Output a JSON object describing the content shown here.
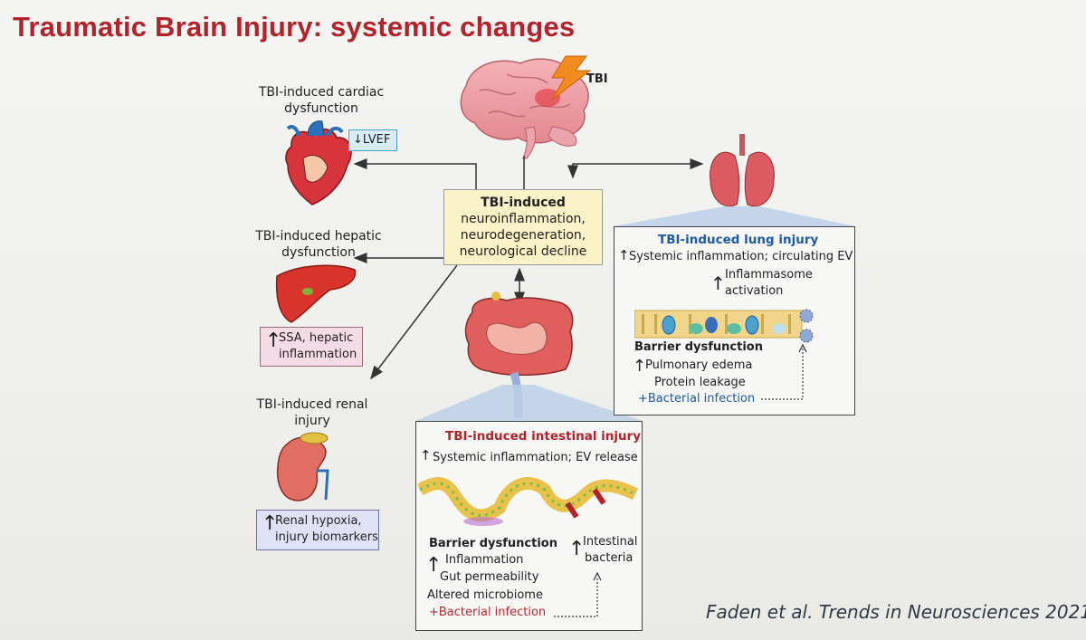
{
  "title": "Traumatic Brain Injury: systemic changes",
  "brain": {
    "tbi_label": "TBI"
  },
  "center": {
    "heading": "TBI-induced",
    "line1": "neuroinflammation,",
    "line2": "neurodegeneration,",
    "line3": "neurological decline"
  },
  "cardiac": {
    "line1": "TBI-induced cardiac",
    "line2": "dysfunction",
    "box": "LVEF"
  },
  "hepatic": {
    "line1": "TBI-induced hepatic",
    "line2": "dysfunction",
    "box_line1": "SSA, hepatic",
    "box_line2": "inflammation"
  },
  "renal": {
    "line1": "TBI-induced renal",
    "line2": "injury",
    "box_line1": "Renal hypoxia,",
    "box_line2": "injury biomarkers"
  },
  "lung": {
    "title": "TBI-induced lung injury",
    "line1": "Systemic inflammation; circulating EV",
    "line2": "Inflammasome",
    "line3": "activation",
    "barrier": "Barrier dysfunction",
    "b1": "Pulmonary edema",
    "b2": "Protein leakage",
    "infection": "+Bacterial infection"
  },
  "intestine": {
    "title": "TBI-induced intestinal injury",
    "line1": "Systemic inflammation; EV release",
    "barrier": "Barrier dysfunction",
    "b1": "Inflammation",
    "b2": "Gut permeability",
    "b3": "Altered microbiome",
    "infection": "+Bacterial infection",
    "bact1": "Intestinal",
    "bact2": "bacteria"
  },
  "credit": "Faden et al. Trends in Neurosciences 2021",
  "colors": {
    "title": "#b3232b",
    "lung_title": "#1f5aa6",
    "intestine_title": "#b3232b",
    "infection_lung": "#1f5aa6",
    "infection_intestine": "#c0262d"
  },
  "icons": [
    "lightning-icon",
    "brain-icon",
    "heart-icon",
    "liver-icon",
    "kidney-icon",
    "lungs-icon",
    "intestine-icon",
    "up-arrow-icon",
    "down-arrow-icon"
  ]
}
